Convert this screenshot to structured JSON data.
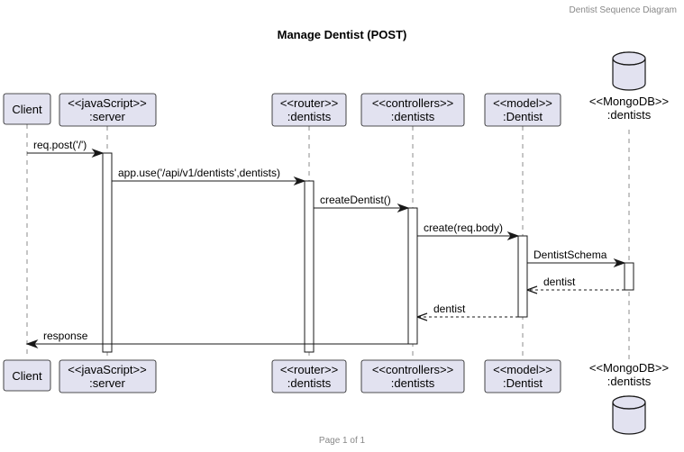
{
  "header": "Dentist Sequence Diagram",
  "footer": "Page 1 of 1",
  "title": "Manage Dentist (POST)",
  "colors": {
    "participant_fill": "#E2E2F0",
    "participant_stroke": "#181818",
    "lifeline": "#181818",
    "text": "#000000",
    "muted_text": "#888888"
  },
  "participants": [
    {
      "id": "client",
      "lines": [
        "Client"
      ],
      "kind": "box"
    },
    {
      "id": "server",
      "lines": [
        "<<javaScript>>",
        ":server"
      ],
      "kind": "box"
    },
    {
      "id": "router",
      "lines": [
        "<<router>>",
        ":dentists"
      ],
      "kind": "box"
    },
    {
      "id": "controllers",
      "lines": [
        "<<controllers>>",
        ":dentists"
      ],
      "kind": "box"
    },
    {
      "id": "model",
      "lines": [
        "<<model>>",
        ":Dentist"
      ],
      "kind": "box"
    },
    {
      "id": "mongodb",
      "lines": [
        "<<MongoDB>>",
        ":dentists"
      ],
      "kind": "database"
    }
  ],
  "messages": [
    {
      "from": "client",
      "to": "server",
      "label": "req.post('/')",
      "style": "solid"
    },
    {
      "from": "server",
      "to": "router",
      "label": "app.use('/api/v1/dentists',dentists)",
      "style": "solid"
    },
    {
      "from": "router",
      "to": "controllers",
      "label": "createDentist()",
      "style": "solid"
    },
    {
      "from": "controllers",
      "to": "model",
      "label": "create(req.body)",
      "style": "solid"
    },
    {
      "from": "model",
      "to": "mongodb",
      "label": "DentistSchema",
      "style": "solid"
    },
    {
      "from": "mongodb",
      "to": "model",
      "label": "dentist",
      "style": "dashed"
    },
    {
      "from": "model",
      "to": "controllers",
      "label": "dentist",
      "style": "dashed"
    },
    {
      "from": "controllers",
      "to": "client",
      "label": "response",
      "style": "solid"
    }
  ],
  "activations": [
    {
      "participant": "server",
      "from_message": 0,
      "to_message": 7
    },
    {
      "participant": "router",
      "from_message": 1,
      "to_message": 7
    },
    {
      "participant": "controllers",
      "from_message": 2,
      "to_message": 7
    },
    {
      "participant": "model",
      "from_message": 3,
      "to_message": 6
    },
    {
      "participant": "mongodb",
      "from_message": 4,
      "to_message": 5
    }
  ]
}
